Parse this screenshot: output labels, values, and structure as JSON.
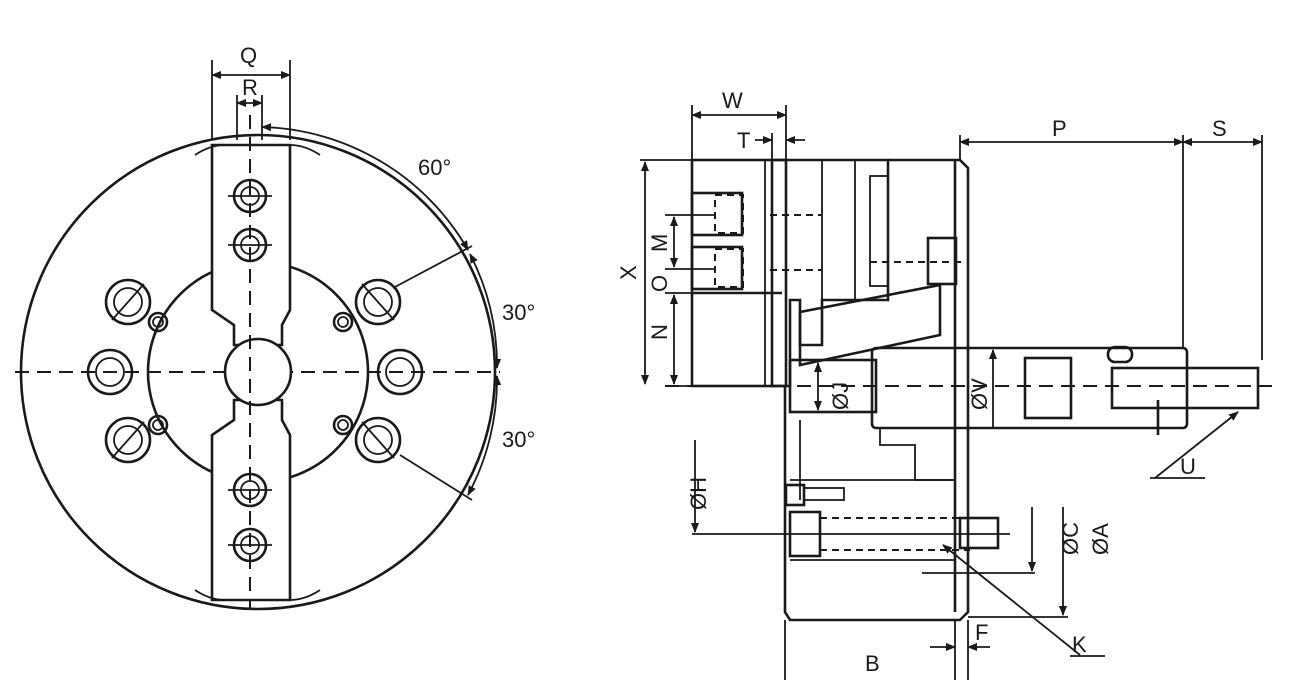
{
  "front_view": {
    "labels": {
      "Q": "Q",
      "R": "R",
      "angle_60": "60°",
      "angle_30_top": "30°",
      "angle_30_bottom": "30°"
    }
  },
  "side_view": {
    "labels": {
      "W": "W",
      "T": "T",
      "P": "P",
      "S": "S",
      "X": "X",
      "M": "M",
      "O": "O",
      "N": "N",
      "J": "ØJ",
      "V": "ØV",
      "H": "ØH",
      "C": "ØC",
      "A": "ØA",
      "U": "U",
      "K": "K",
      "F": "F",
      "B": "B"
    }
  }
}
